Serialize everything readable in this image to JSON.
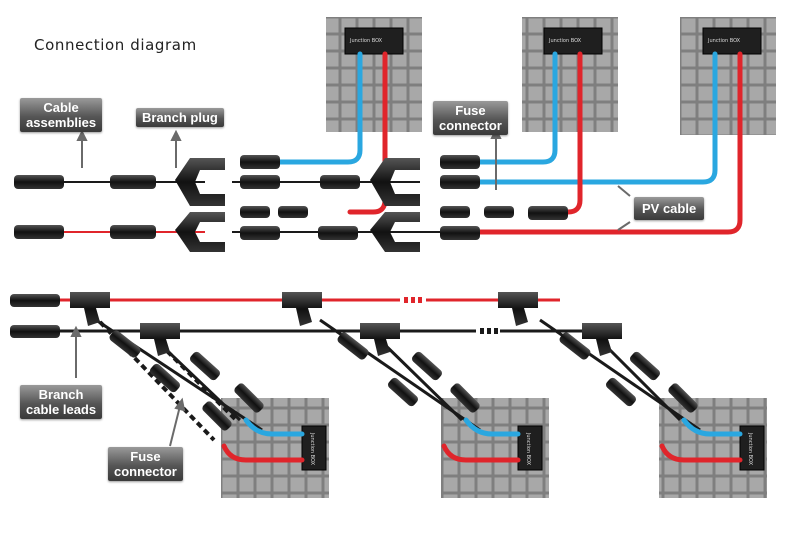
{
  "title": "Connection diagram",
  "labels": {
    "cable_assemblies": [
      "Cable",
      "assemblies"
    ],
    "branch_plug": "Branch plug",
    "fuse_connector_top": [
      "Fuse",
      "connector"
    ],
    "pv_cable": "PV cable",
    "branch_cable_leads": [
      "Branch",
      "cable leads"
    ],
    "fuse_connector_bottom": [
      "Fuse",
      "connector"
    ]
  },
  "junction_box_label": "Junction BOX",
  "junction_box_label_rotated": "Junction BOX",
  "colors": {
    "positive_cable": "#e0252b",
    "negative_cable": "#2aa7e0",
    "black_cable": "#1a1a1a",
    "panel": "#8a8a8a",
    "panel_cell": "#a9a9a9",
    "tag_bg": "#555555"
  }
}
